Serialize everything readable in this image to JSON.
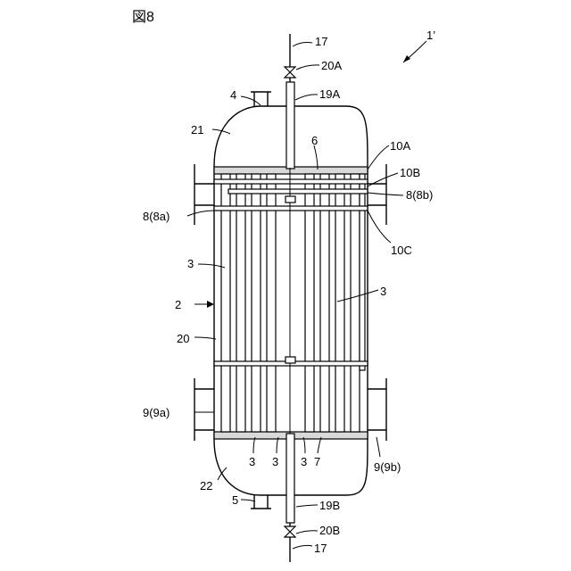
{
  "figure": {
    "title": "図8",
    "labels": {
      "l17_top": "17",
      "l20A": "20A",
      "l1p": "1’",
      "l4": "4",
      "l19A": "19A",
      "l21": "21",
      "l6": "6",
      "l10A": "10A",
      "l10B": "10B",
      "l8b": "8(8b)",
      "l8a": "8(8a)",
      "l10C": "10C",
      "l3a": "3",
      "l2": "2",
      "l3b": "3",
      "l20": "20",
      "l9a": "9(9a)",
      "l3c": "3",
      "l3d": "3",
      "l3e": "3",
      "l7": "7",
      "l9b": "9(9b)",
      "l22": "22",
      "l5": "5",
      "l19B": "19B",
      "l20B": "20B",
      "l17_bot": "17"
    }
  }
}
